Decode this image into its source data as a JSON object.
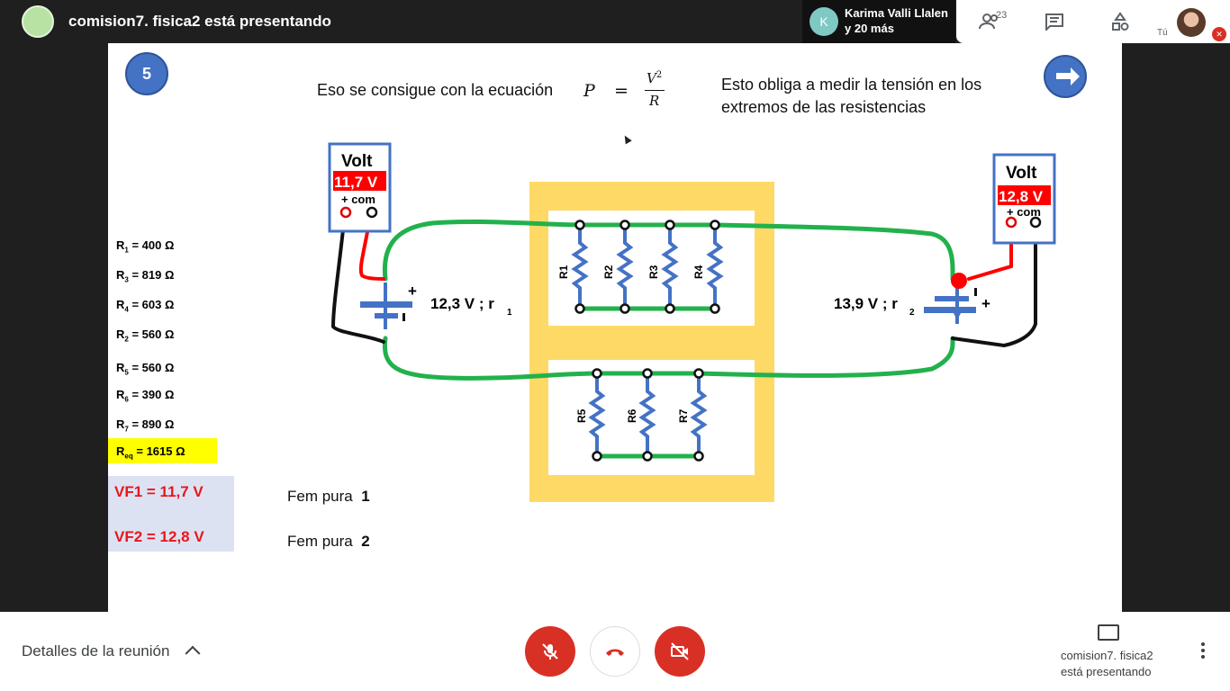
{
  "topbar": {
    "presenter_title": "comision7. fisica2 está presentando",
    "participant_name": "Karima Valli Llalen",
    "participant_more": "y 20 más",
    "participant_initial": "K",
    "people_count": "23",
    "self_label": "Tú"
  },
  "slide": {
    "number": "5",
    "equation_intro": "Eso se consigue con la ecuación",
    "formula": {
      "lhs": "P",
      "equals": "=",
      "numerator": "V",
      "exponent": "2",
      "denominator": "R"
    },
    "note": "Esto obliga a medir la tensión en los extremos de las resistencias",
    "resistances": [
      {
        "name": "R",
        "sub": "1",
        "value": "= 400 Ω"
      },
      {
        "name": "R",
        "sub": "3",
        "value": "= 819 Ω"
      },
      {
        "name": "R",
        "sub": "4",
        "value": "= 603 Ω"
      },
      {
        "name": "R",
        "sub": "2",
        "value": "= 560 Ω"
      },
      {
        "name": "R",
        "sub": "5",
        "value": "= 560 Ω"
      },
      {
        "name": "R",
        "sub": "6",
        "value": "= 390 Ω"
      },
      {
        "name": "R",
        "sub": "7",
        "value": "= 890 Ω"
      }
    ],
    "req": {
      "name": "R",
      "sub": "eq",
      "value": "= 1615 Ω"
    },
    "vf1": "VF1  =  11,7 V",
    "vf2": "VF2  =  12,8 V",
    "fem1": {
      "label": "Fem pura",
      "num": "1"
    },
    "fem2": {
      "label": "Fem pura",
      "num": "2"
    },
    "voltmeter_left": {
      "title": "Volt",
      "reading": "11,7 V",
      "pins": "+  com"
    },
    "voltmeter_right": {
      "title": "Volt",
      "reading": "12,8 V",
      "pins": "+  com"
    },
    "source_left": {
      "label": "12,3 V ;  r",
      "sub": "1",
      "plus": "+"
    },
    "source_right": {
      "label": "13,9 V  ;  r",
      "sub": "2",
      "plus": "+"
    },
    "resistor_labels_top": [
      "R1",
      "R2",
      "R3",
      "R4"
    ],
    "resistor_labels_bottom": [
      "R5",
      "R6",
      "R7"
    ]
  },
  "bottombar": {
    "meeting_details": "Detalles de la reunión",
    "presenting_line1": "comision7. fisica2",
    "presenting_line2": "está presentando"
  },
  "colors": {
    "wire": "#22b14c",
    "resistor": "#4472c4",
    "frame": "#ffd966",
    "voltmeter_border": "#4472c4",
    "reading_bg": "#ff0000",
    "danger": "#d93025"
  }
}
